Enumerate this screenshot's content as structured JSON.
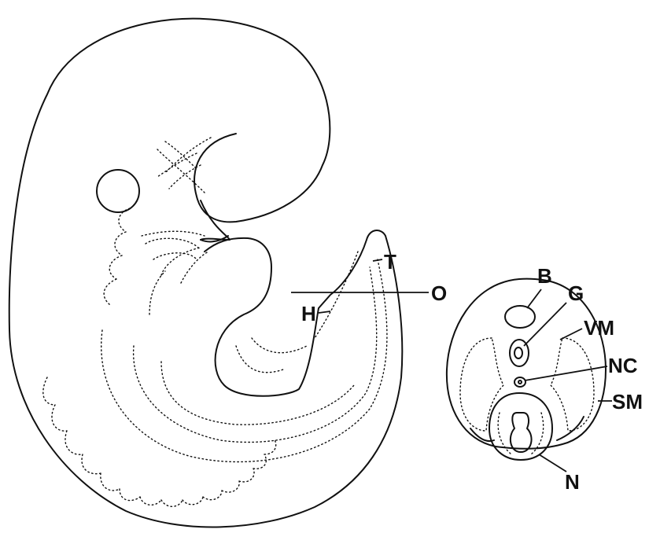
{
  "colors": {
    "ink": "#111111",
    "background": "#ffffff"
  },
  "labels": {
    "tail": "T",
    "section_line": "O",
    "hindgut": "H",
    "cross_section": {
      "b": "B",
      "g": "G",
      "vm": "VM",
      "nc": "NC",
      "sm": "SM",
      "n": "N"
    }
  }
}
